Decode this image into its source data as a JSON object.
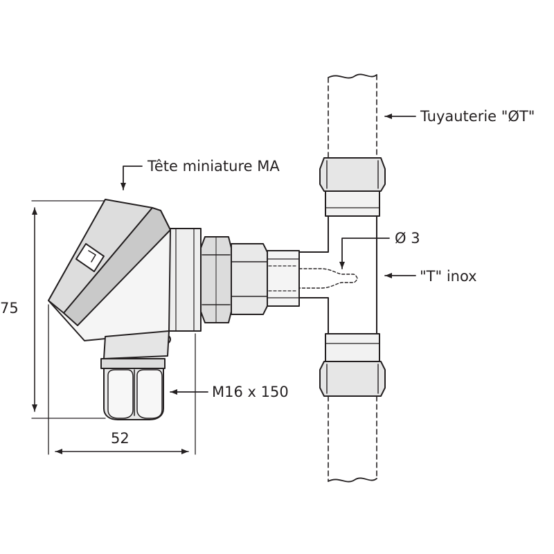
{
  "labels": {
    "pipe": "Tuyauterie \"ØT\"",
    "head": "Tête miniature MA",
    "diameter": "Ø 3",
    "tee": "\"T\" inox",
    "gland": "M16 x 150"
  },
  "dimensions": {
    "height": "75",
    "width": "52"
  },
  "colors": {
    "line": "#231f20",
    "fill_light": "#eeeeee",
    "fill_mid": "#dcdcdc",
    "fill_dark": "#bdbdbd"
  }
}
